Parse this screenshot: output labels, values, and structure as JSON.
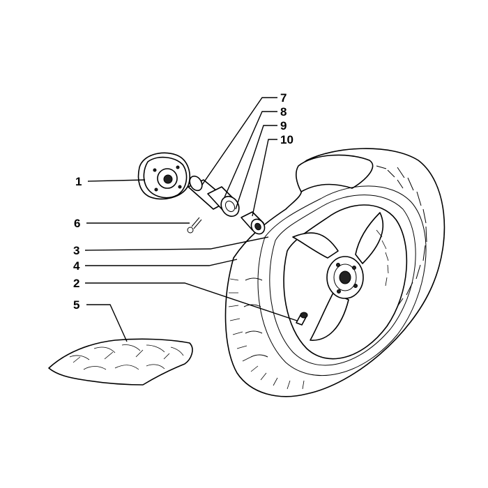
{
  "diagram": {
    "callouts": [
      {
        "id": "1",
        "text": "1"
      },
      {
        "id": "2",
        "text": "2"
      },
      {
        "id": "3",
        "text": "3"
      },
      {
        "id": "4",
        "text": "4"
      },
      {
        "id": "5",
        "text": "5"
      },
      {
        "id": "6",
        "text": "6"
      },
      {
        "id": "7",
        "text": "7"
      },
      {
        "id": "8",
        "text": "8"
      },
      {
        "id": "9",
        "text": "9"
      },
      {
        "id": "10",
        "text": "10"
      }
    ],
    "colors": {
      "ink": "#000000",
      "paper": "#ffffff"
    }
  }
}
